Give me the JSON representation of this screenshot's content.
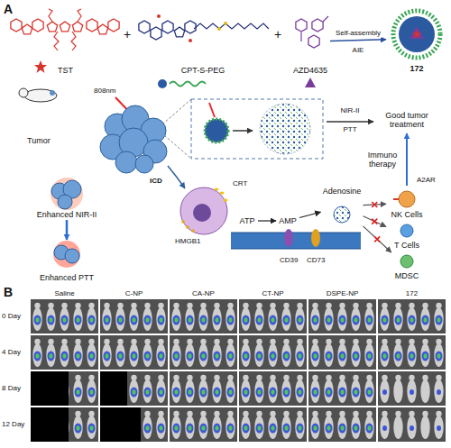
{
  "diagram": {
    "nodes": [
      {
        "text": [
          "TST"
        ]
      },
      {
        "text": [
          "CPT-S-PEG"
        ]
      },
      {
        "text": [
          "AZD4635"
        ]
      },
      {
        "text": [
          "172"
        ]
      },
      {
        "text": [
          "Tumor"
        ]
      },
      {
        "text": [
          "Good tumor treatment"
        ]
      },
      {
        "text": [
          "Enhanced NIR-II"
        ]
      },
      {
        "text": [
          "Enhanced PTT"
        ]
      },
      {
        "text": [
          "ATP"
        ]
      },
      {
        "text": [
          "AMP"
        ]
      },
      {
        "text": [
          "Adenosine"
        ]
      },
      {
        "text": [
          "NK Cells"
        ]
      },
      {
        "text": [
          "T Cells"
        ]
      },
      {
        "text": [
          "MDSC"
        ]
      }
    ],
    "edges": [
      {
        "from": 2,
        "to": 3,
        "label": "Self-assembly",
        "arrow": "to"
      },
      {
        "from": 8,
        "to": 9,
        "arrow": "to"
      },
      {
        "from": 9,
        "to": 10,
        "arrow": "to"
      },
      {
        "from": 10,
        "to": 11,
        "arrow": "to"
      },
      {
        "from": 10,
        "to": 12,
        "arrow": "to"
      },
      {
        "from": 10,
        "to": 13,
        "arrow": "to"
      },
      {
        "from": 6,
        "to": 7,
        "arrow": "to"
      },
      {
        "from": 11,
        "to": 5,
        "label": "Immuno therapy",
        "arrow": "to"
      }
    ],
    "labels": [
      "A",
      "+",
      "+",
      "AIE",
      "808nm",
      "NIR-II",
      "PTT",
      "ICD",
      "CRT",
      "HMGB1",
      "CD39",
      "CD73",
      "A2AR",
      "B",
      "Saline",
      "C-NP",
      "CA-NP",
      "CT-NP",
      "DSPE-NP",
      "172",
      "0 Day",
      "4 Day",
      "8 Day",
      "12 Day"
    ]
  }
}
